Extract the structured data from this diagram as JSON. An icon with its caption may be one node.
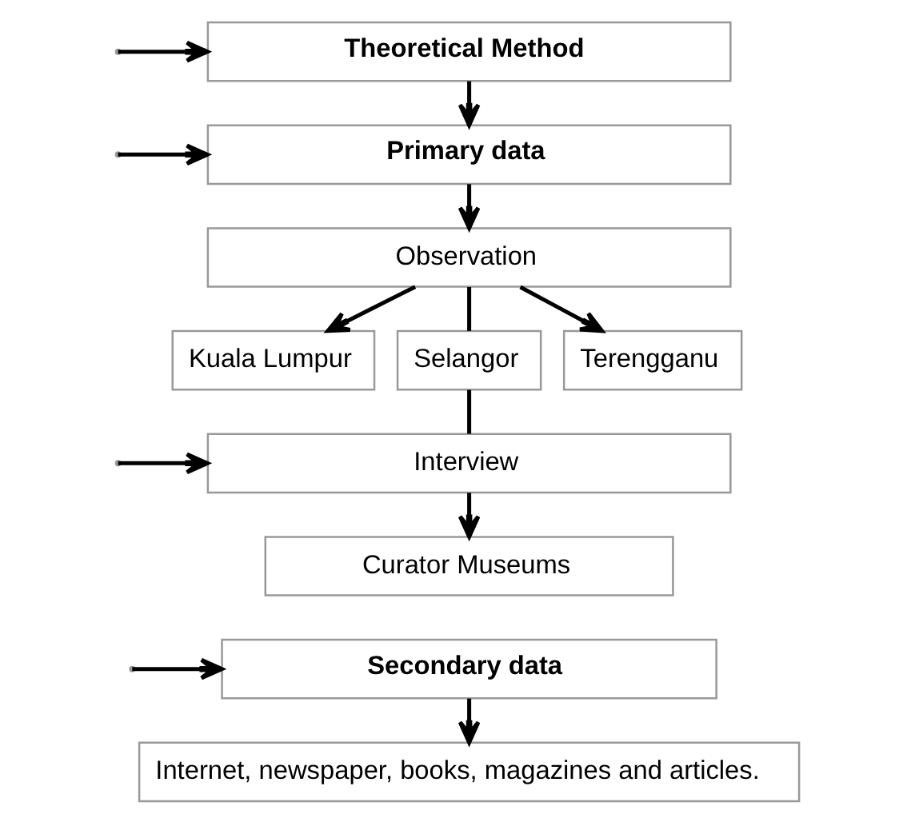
{
  "diagram": {
    "nodes": [
      {
        "text": [
          "Theoretical Method"
        ]
      },
      {
        "text": [
          "Primary data"
        ]
      },
      {
        "text": [
          "Observation"
        ]
      },
      {
        "text": [
          "Kuala Lumpur"
        ]
      },
      {
        "text": [
          "Selangor"
        ]
      },
      {
        "text": [
          "Terengganu"
        ]
      },
      {
        "text": [
          "Interview"
        ]
      },
      {
        "text": [
          "Curator Museums"
        ]
      },
      {
        "text": [
          "Secondary data"
        ]
      },
      {
        "text": [
          "Internet, newspaper, books, magazines and articles."
        ]
      }
    ],
    "edges": [
      {
        "from": 0,
        "to": 1,
        "arrow": "to"
      },
      {
        "from": 1,
        "to": 2,
        "arrow": "to"
      },
      {
        "from": 2,
        "to": 3,
        "arrow": "to"
      },
      {
        "from": 2,
        "to": 4,
        "arrow": "none"
      },
      {
        "from": 2,
        "to": 5,
        "arrow": "to"
      },
      {
        "from": 4,
        "to": 6,
        "arrow": "none"
      },
      {
        "from": 6,
        "to": 7,
        "arrow": "to"
      },
      {
        "from": 8,
        "to": 9,
        "arrow": "to"
      },
      {
        "from": null,
        "to": 0,
        "arrow": "to"
      },
      {
        "from": null,
        "to": 1,
        "arrow": "to"
      },
      {
        "from": null,
        "to": 6,
        "arrow": "to"
      },
      {
        "from": null,
        "to": 8,
        "arrow": "to"
      }
    ]
  }
}
